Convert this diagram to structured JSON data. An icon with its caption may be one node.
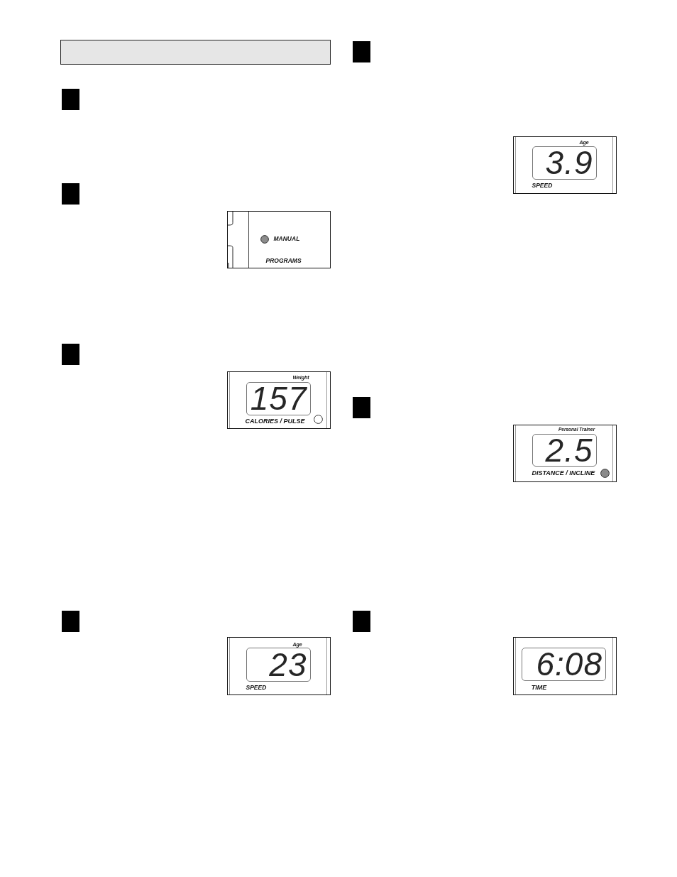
{
  "diagram": {
    "nodes": [
      {
        "text": [],
        "shape": "bar"
      },
      {
        "text": [
          "MANUAL",
          "PROGRAMS"
        ]
      },
      {
        "text": [
          "Weight",
          "CALORIES / PULSE"
        ]
      },
      {
        "text": [
          "157"
        ],
        "in": 2
      },
      {
        "text": [
          "Age",
          "SPEED"
        ]
      },
      {
        "text": [
          "23"
        ],
        "in": 4
      },
      {
        "text": [
          "Age",
          "SPEED"
        ]
      },
      {
        "text": [
          "3.9"
        ],
        "in": 6
      },
      {
        "text": [
          "Personal Trainer",
          "DISTANCE / INCLINE"
        ]
      },
      {
        "text": [
          "2.5"
        ],
        "in": 8
      },
      {
        "text": [
          "TIME"
        ]
      },
      {
        "text": [
          "6:08"
        ],
        "in": 10
      }
    ]
  }
}
